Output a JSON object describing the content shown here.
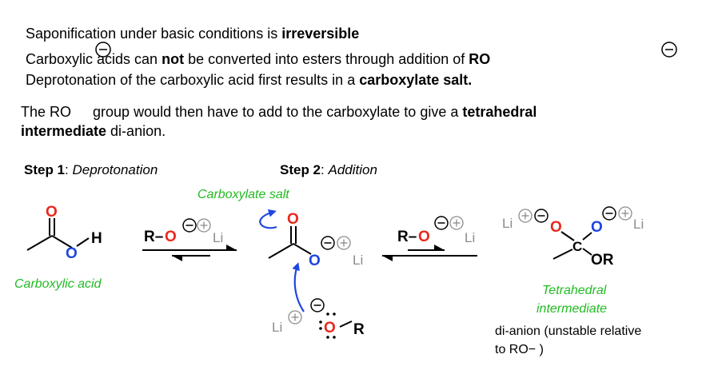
{
  "intro": {
    "line1_pre": "Saponification under basic conditions is ",
    "line1_bold": "irreversible",
    "line2_pre": "Carboxylic acids can ",
    "line2_bold1": "not",
    "line2_mid": " be converted into esters through addition of ",
    "line2_bold2": "RO",
    "line3_pre": "Deprotonation of the carboxylic acid first results in a ",
    "line3_bold": "carboxylate salt.",
    "line4_pre": "The RO",
    "line4_mid": " group would then have to add to the carboxylate to give a ",
    "line4_bold": "tetrahedral",
    "line5_bold": "intermediate",
    "line5_post": " di-anion."
  },
  "steps": {
    "step1_bold": "Step 1",
    "step1_rest": ": ",
    "step1_ital": "Deprotonation",
    "step2_bold": "Step 2",
    "step2_rest": ": ",
    "step2_ital": "Addition"
  },
  "labels": {
    "carboxylic_acid": "Carboxylic acid",
    "carboxylate_salt": "Carboxylate salt",
    "tetrahedral_1": "Tetrahedral",
    "tetrahedral_2": "intermediate",
    "dianion_1": "di-anion (unstable relative",
    "dianion_2": "to RO− )"
  },
  "atoms": {
    "O": "O",
    "H": "H",
    "C": "C",
    "R": "R",
    "RO": "OR",
    "R_dash": "R–",
    "Li": "Li"
  },
  "colors": {
    "oxygen_carbonyl": "#e8281e",
    "oxygen_single": "#1e46e0",
    "label_green": "#22bb22",
    "arrow_blue": "#1e46e0",
    "counterion_gray": "#8c8c8c"
  }
}
